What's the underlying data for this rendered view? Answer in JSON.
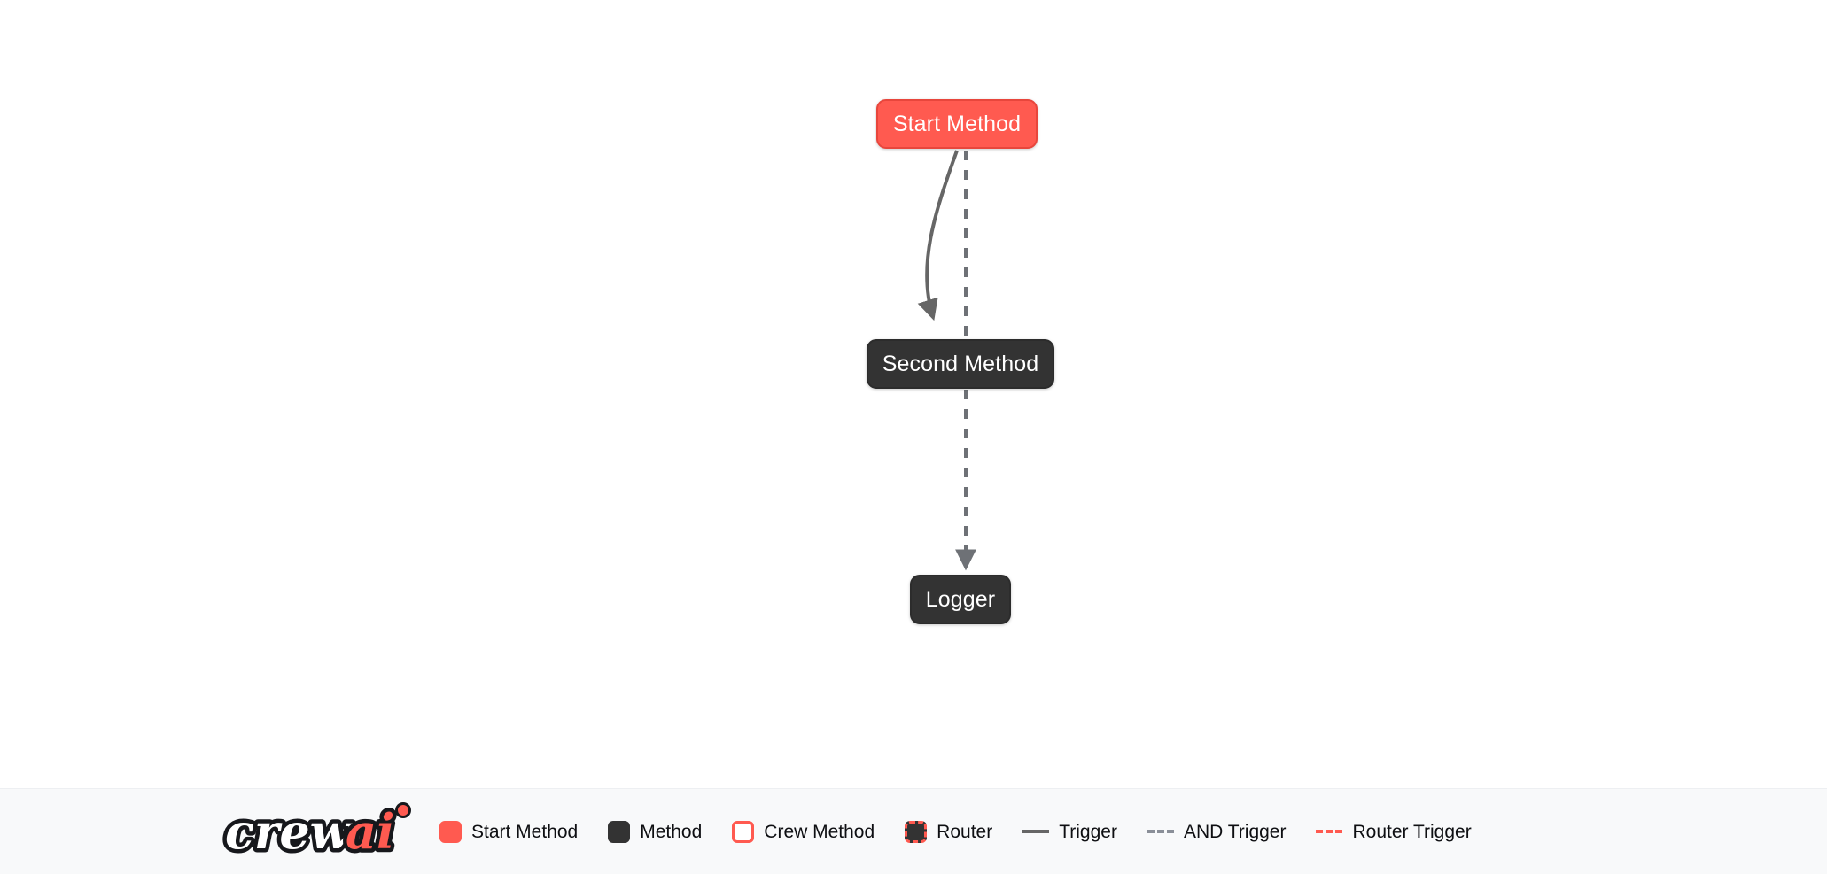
{
  "canvas": {
    "background_color": "#FFFFFF",
    "nodes": [
      {
        "id": "start-method",
        "label": "Start Method",
        "type": "start_method",
        "color": "#FF5A50",
        "text_color": "#FFFFFF"
      },
      {
        "id": "second-method",
        "label": "Second Method",
        "type": "method",
        "color": "#333333",
        "text_color": "#FFFFFF"
      },
      {
        "id": "logger",
        "label": "Logger",
        "type": "method",
        "color": "#333333",
        "text_color": "#FFFFFF"
      }
    ],
    "edges": [
      {
        "from": "start-method",
        "to": "second-method",
        "style": "solid",
        "kind": "trigger",
        "color": "#666666"
      },
      {
        "from": "start-method",
        "to": "logger",
        "style": "dashed",
        "kind": "and_trigger",
        "color": "#6e7176"
      },
      {
        "from": "second-method",
        "to": "logger",
        "style": "dashed",
        "kind": "and_trigger",
        "color": "#6e7176"
      }
    ]
  },
  "legend": {
    "background_color": "#F8F9FA",
    "logo": {
      "name": "crewai-logo",
      "text_primary": "crew",
      "text_accent": "ai",
      "primary_color": "#FFFFFF",
      "accent_color": "#FF5A50",
      "outline_color": "#17181C"
    },
    "items": [
      {
        "label": "Start Method",
        "swatch": "filled-square",
        "swatch_name": "start-method-swatch",
        "color": "#FF5A50"
      },
      {
        "label": "Method",
        "swatch": "filled-square",
        "swatch_name": "method-swatch",
        "color": "#333333"
      },
      {
        "label": "Crew Method",
        "swatch": "outlined-square",
        "swatch_name": "crew-method-swatch",
        "color": "#FF5A50"
      },
      {
        "label": "Router",
        "swatch": "dashed-square",
        "swatch_name": "router-swatch",
        "color": "#FF5A50"
      },
      {
        "label": "Trigger",
        "swatch": "solid-line",
        "swatch_name": "trigger-line-swatch",
        "color": "#666666"
      },
      {
        "label": "AND Trigger",
        "swatch": "dashed-line",
        "swatch_name": "and-trigger-line-swatch",
        "color": "#8A8F98"
      },
      {
        "label": "Router Trigger",
        "swatch": "dashed-line",
        "swatch_name": "router-trigger-line-swatch",
        "color": "#FF5A50"
      }
    ]
  }
}
